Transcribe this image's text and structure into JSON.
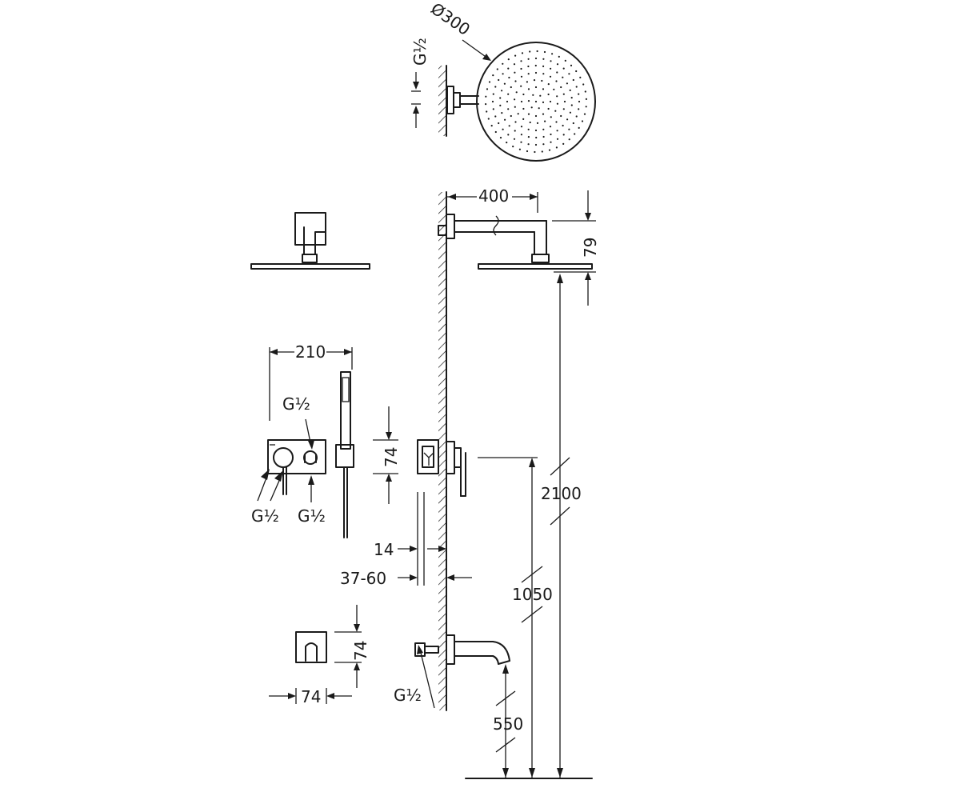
{
  "labels": {
    "shower_head_diameter": "Ø300",
    "head_connection_thread": "G½",
    "arm_projection": "400",
    "head_height": "79",
    "valve_width": "210",
    "valve_top_thread": "G½",
    "valve_thread_left": "G½",
    "valve_thread_right": "G½",
    "plate_height": "74",
    "wall_depth_min": "14",
    "wall_depth_range": "37-60",
    "overall_height": "2100",
    "valve_height": "1050",
    "spout_height": "550",
    "spout_plate_height": "74",
    "spout_plate_width": "74",
    "spout_thread": "G½"
  },
  "colors": {
    "line": "#1a1a1a",
    "background": "#ffffff"
  }
}
